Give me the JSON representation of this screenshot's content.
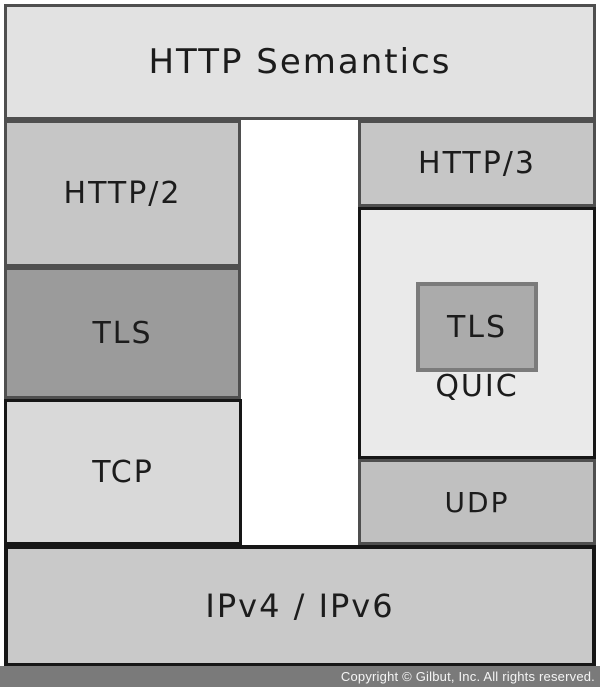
{
  "title_box": {
    "label": "HTTP Semantics"
  },
  "left_stack": {
    "http2": {
      "label": "HTTP/2"
    },
    "tls": {
      "label": "TLS"
    },
    "tcp": {
      "label": "TCP"
    }
  },
  "right_stack": {
    "http3": {
      "label": "HTTP/3"
    },
    "quic": {
      "label": "QUIC"
    },
    "tls_inner": {
      "label": "TLS"
    },
    "udp": {
      "label": "UDP"
    }
  },
  "bottom_box": {
    "label": "IPv4 / IPv6"
  },
  "footer": {
    "copyright": "Copyright © Gilbut, Inc. All rights reserved."
  },
  "colors": {
    "box_light": "#e2e2e2",
    "box_medium": "#c6c6c6",
    "box_dark": "#9b9b9b",
    "box_lighter": "#eaeaea",
    "tcp_fill": "#d9d9d9",
    "udp_fill": "#c0c0c0",
    "ip_fill": "#c9c9c9",
    "tls_inner_fill": "#ababab",
    "border_gray": "#4f4f4f",
    "border_black": "#161616",
    "tls_inner_border": "#7b7b7b",
    "footer_bar": "#7a7a7a",
    "footer_text": "#f4f4f4",
    "label_text": "#1c1c1c"
  }
}
